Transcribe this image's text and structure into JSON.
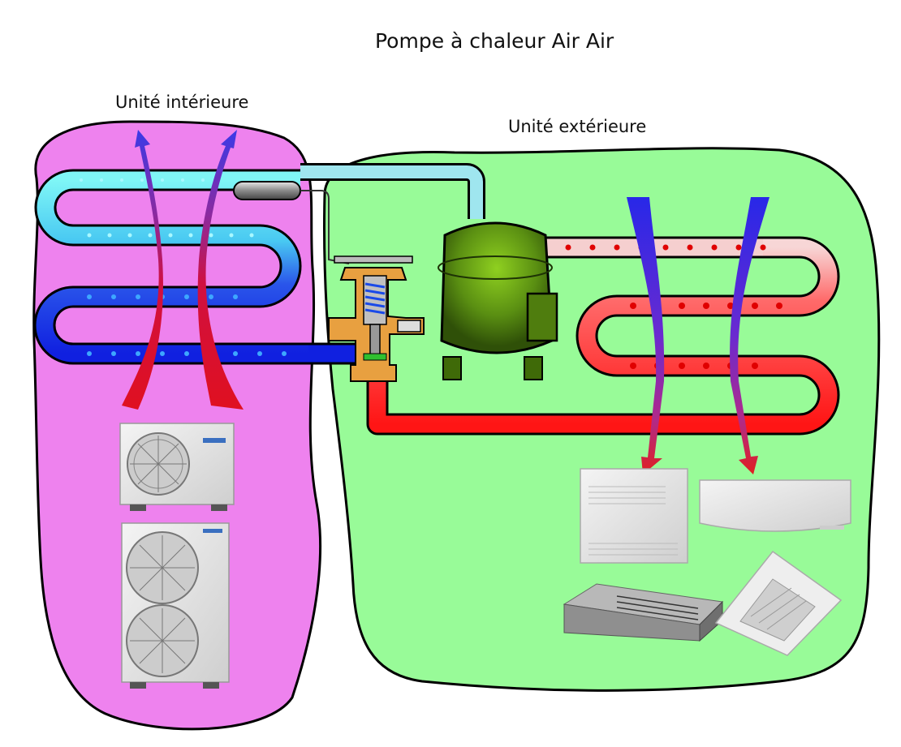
{
  "diagram": {
    "title": "Pompe à chaleur Air Air",
    "zones": {
      "indoor_label": "Unité intérieure",
      "outdoor_label": "Unité extérieure"
    },
    "colors": {
      "indoor_zone": "#ee82ee",
      "outdoor_zone": "#98fb98",
      "cold_liquid": "#1a2ee8",
      "cold_vapor": "#5cf0f0",
      "hot_gas": "#f5cfcf",
      "hot_liquid": "#ff1a1a",
      "compressor": "#5a8f12",
      "valve_body": "#e8a040"
    },
    "icons": [
      "outdoor-unit-icon",
      "indoor-unit-icon",
      "compressor-icon",
      "expansion-valve-icon",
      "airflow-arrow-icon"
    ]
  }
}
